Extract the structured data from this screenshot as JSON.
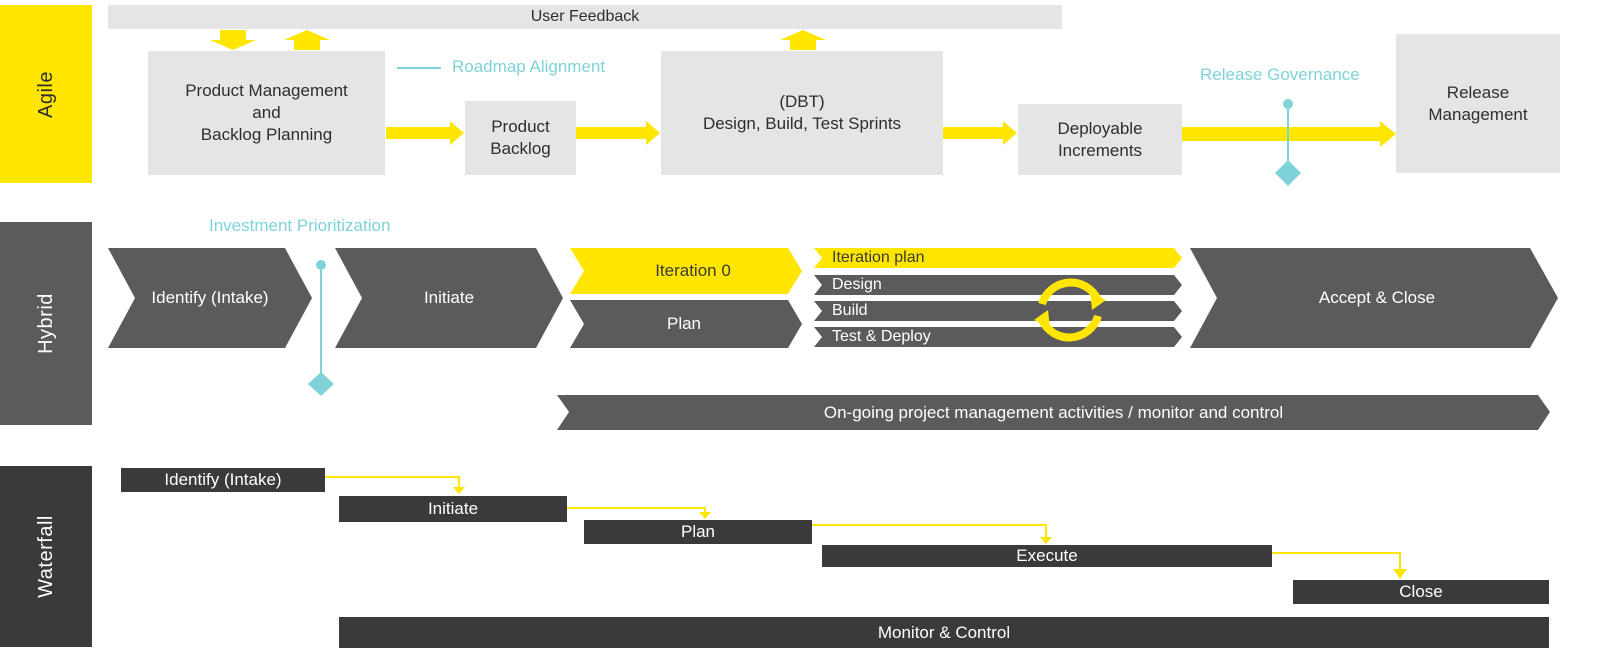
{
  "colors": {
    "yellow": "#ffe600",
    "grey_dark": "#5b5b5d",
    "grey_light": "#e5e5e5",
    "charcoal": "#3a3a3c",
    "teal": "#7fd3d8"
  },
  "lanes": {
    "agile": "Agile",
    "hybrid": "Hybrid",
    "waterfall": "Waterfall"
  },
  "agile": {
    "user_feedback": "User Feedback",
    "roadmap_alignment": "Roadmap Alignment",
    "release_governance": "Release Governance",
    "product_management": "Product Management\nand\nBacklog Planning",
    "product_backlog": "Product\nBacklog",
    "dbt": "(DBT)\nDesign, Build, Test Sprints",
    "deployable_increments": "Deployable\nIncrements",
    "release_management": "Release\nManagement"
  },
  "hybrid": {
    "investment_prioritization": "Investment Prioritization",
    "identify": "Identify (Intake)",
    "initiate": "Initiate",
    "iteration0": "Iteration 0",
    "plan": "Plan",
    "iteration_plan": "Iteration plan",
    "design": "Design",
    "build": "Build",
    "test_deploy": "Test & Deploy",
    "accept_close": "Accept & Close",
    "ongoing": "On-going project management activities / monitor and control"
  },
  "waterfall": {
    "identify": "Identify (Intake)",
    "initiate": "Initiate",
    "plan": "Plan",
    "execute": "Execute",
    "close": "Close",
    "monitor": "Monitor & Control"
  }
}
